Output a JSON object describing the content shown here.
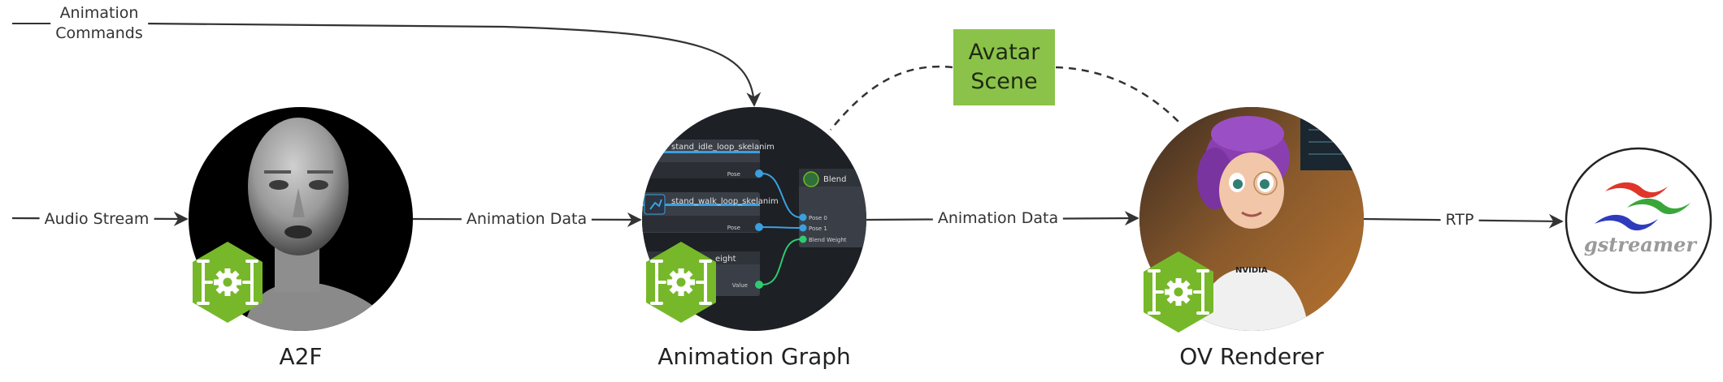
{
  "inputs": {
    "animation_commands": [
      "Animation",
      "Commands"
    ],
    "audio_stream": "Audio Stream"
  },
  "edges": {
    "a2f_to_graph": "Animation Data",
    "graph_to_renderer": "Animation Data",
    "renderer_to_gstreamer": "RTP"
  },
  "nodes": {
    "a2f": "A2F",
    "animation_graph": "Animation Graph",
    "ov_renderer": "OV Renderer",
    "avatar_scene": [
      "Avatar",
      "Scene"
    ],
    "gstreamer_logo": "gstreamer"
  },
  "graph_ui": {
    "node_idle": "stand_idle_loop_skelanim",
    "node_walk": "stand_walk_loop_skelanim",
    "node_blend": "Blend",
    "node_weight": "eight",
    "port_pose": "Pose",
    "port_pose0": "Pose 0",
    "port_pose1": "Pose 1",
    "port_blend_weight": "Blend Weight",
    "port_value": "Value"
  },
  "renderer_shirt_text": "NVIDIA",
  "colors": {
    "extension_badge": "#76b82a",
    "avatar_scene_box": "#8bc34a",
    "edge": "#333333",
    "node_bg_dark": "#1d2024",
    "port_blue": "#3aa0e0",
    "port_green": "#2ecc71"
  },
  "icons": [
    "extension-gear-icon",
    "gear-icon",
    "run-icon"
  ]
}
